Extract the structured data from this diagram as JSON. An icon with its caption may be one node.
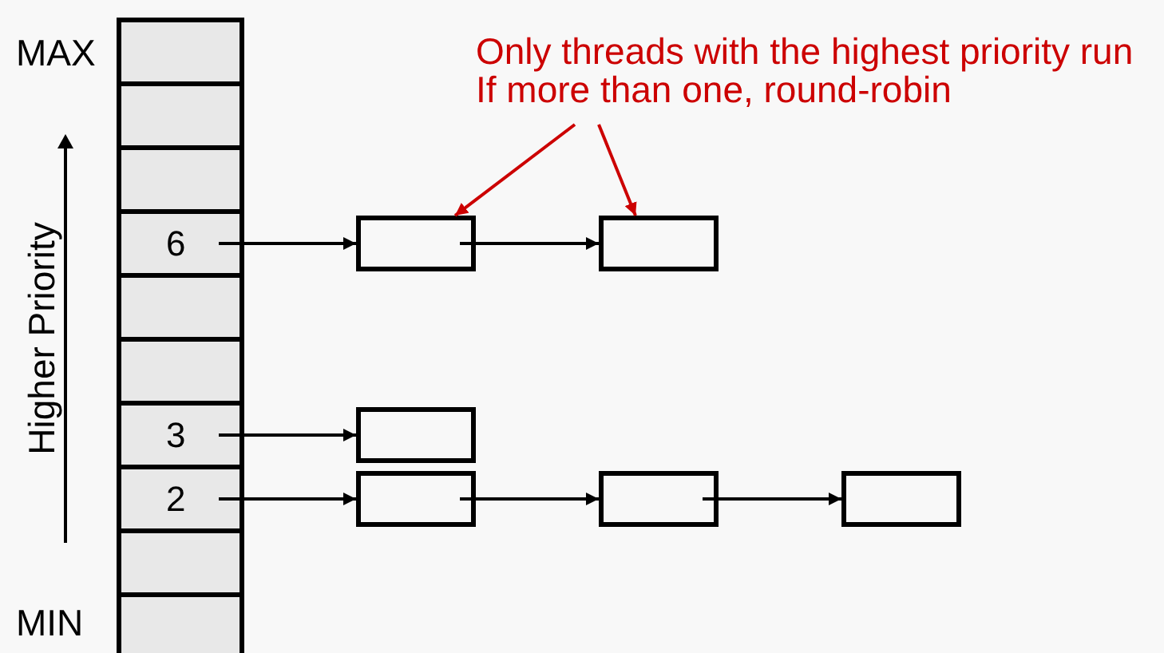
{
  "diagram": {
    "nodes": [
      {
        "text": [],
        "shape": "box"
      },
      {
        "text": [],
        "shape": "box"
      },
      {
        "text": [],
        "shape": "box"
      },
      {
        "text": [
          "6"
        ]
      },
      {
        "text": [],
        "shape": "box"
      },
      {
        "text": [],
        "shape": "box"
      },
      {
        "text": [
          "3"
        ]
      },
      {
        "text": [
          "2"
        ]
      },
      {
        "text": [],
        "shape": "box"
      },
      {
        "text": [],
        "shape": "box"
      },
      {
        "text": [],
        "shape": "box"
      },
      {
        "text": [],
        "shape": "box"
      },
      {
        "text": [],
        "shape": "box"
      },
      {
        "text": [],
        "shape": "box"
      },
      {
        "text": [],
        "shape": "box"
      },
      {
        "text": [],
        "shape": "box"
      },
      {
        "text": [
          "Only threads with the highest priority run",
          "If more than one, round-robin"
        ]
      }
    ],
    "edges": [
      {
        "from": 3,
        "to": 10,
        "arrow": "to"
      },
      {
        "from": 10,
        "to": 11,
        "arrow": "to"
      },
      {
        "from": 6,
        "to": 12,
        "arrow": "to"
      },
      {
        "from": 7,
        "to": 13,
        "arrow": "to"
      },
      {
        "from": 13,
        "to": 14,
        "arrow": "to"
      },
      {
        "from": 14,
        "to": 15,
        "arrow": "to"
      },
      {
        "from": 16,
        "to": 10,
        "arrow": "to",
        "color": "#cc0000"
      },
      {
        "from": 16,
        "to": 11,
        "arrow": "to",
        "color": "#cc0000"
      }
    ],
    "labels": [
      "MAX",
      "Higher Priority",
      "MIN"
    ]
  }
}
